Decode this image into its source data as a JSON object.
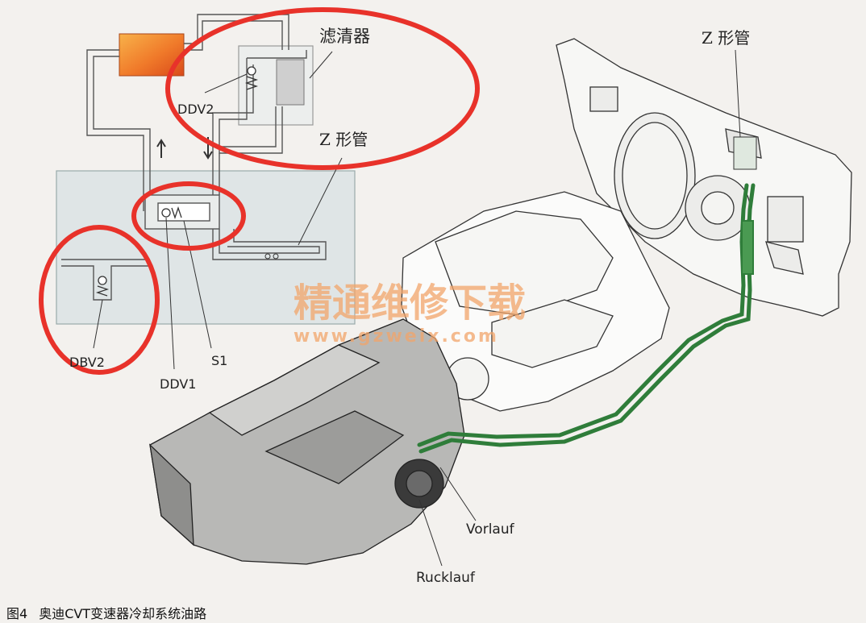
{
  "schematic": {
    "filter_label": "滤清器",
    "z_tube_label": "Z 形管",
    "ddv2_label": "DDV2",
    "ddv1_label": "DDV1",
    "dbv2_label": "DBV2",
    "s1_label": "S1"
  },
  "illustration": {
    "z_tube_label": "Z 形管",
    "vorlauf_label": "Vorlauf",
    "rucklauf_label": "Rucklauf"
  },
  "watermark": {
    "chinese": "精通维修下载",
    "url": "www.gzweix.com"
  },
  "caption": {
    "figure": "图4",
    "text": "奥迪CVT变速器冷却系统油路"
  },
  "colors": {
    "highlight_circle": "#e8322a",
    "cooler_orange": "#f07a2a",
    "pipe_green": "#2f7d3a",
    "schematic_bg": "#dde3e4",
    "watermark": "#f2a56a"
  }
}
